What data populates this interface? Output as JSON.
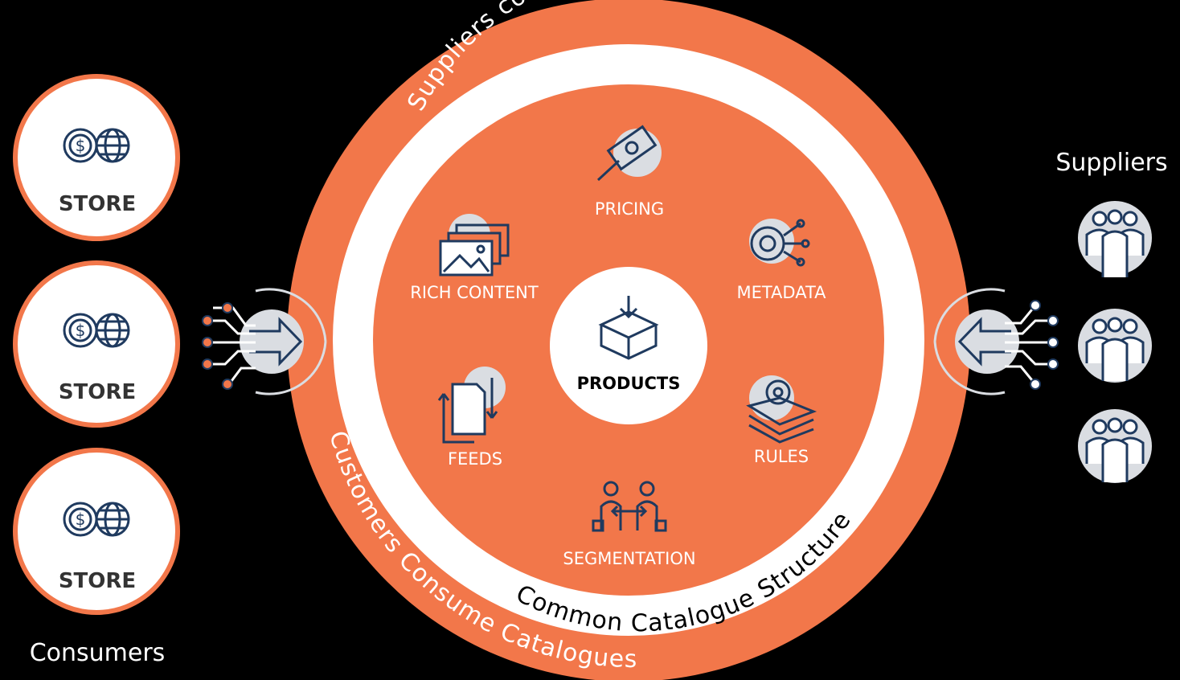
{
  "colors": {
    "background": "#000000",
    "orange": "#F2774A",
    "white": "#FFFFFF",
    "navy": "#1F3A5F",
    "light_grey": "#DADDE2"
  },
  "ring": {
    "outer_top_text": "Suppliers contribute to Catalogues",
    "outer_bottom_text": "Customers Consume Catalogues",
    "inner_text": "Common Catalogue Structure"
  },
  "center": {
    "label": "PRODUCTS",
    "icon": "box-icon"
  },
  "segments": [
    {
      "label": "PRICING",
      "icon": "money-hand-icon"
    },
    {
      "label": "METADATA",
      "icon": "gear-network-icon"
    },
    {
      "label": "RULES",
      "icon": "layers-gear-icon"
    },
    {
      "label": "SEGMENTATION",
      "icon": "people-exchange-icon"
    },
    {
      "label": "FEEDS",
      "icon": "document-cycle-icon"
    },
    {
      "label": "RICH CONTENT",
      "icon": "images-icon"
    }
  ],
  "consumers": {
    "label": "Consumers",
    "stores": [
      {
        "label": "STORE",
        "icon": "currency-globe-icon"
      },
      {
        "label": "STORE",
        "icon": "currency-globe-icon"
      },
      {
        "label": "STORE",
        "icon": "currency-globe-icon"
      }
    ]
  },
  "suppliers": {
    "label": "Suppliers",
    "groups": [
      {
        "icon": "group-people-icon"
      },
      {
        "icon": "group-people-icon"
      },
      {
        "icon": "group-people-icon"
      }
    ]
  }
}
